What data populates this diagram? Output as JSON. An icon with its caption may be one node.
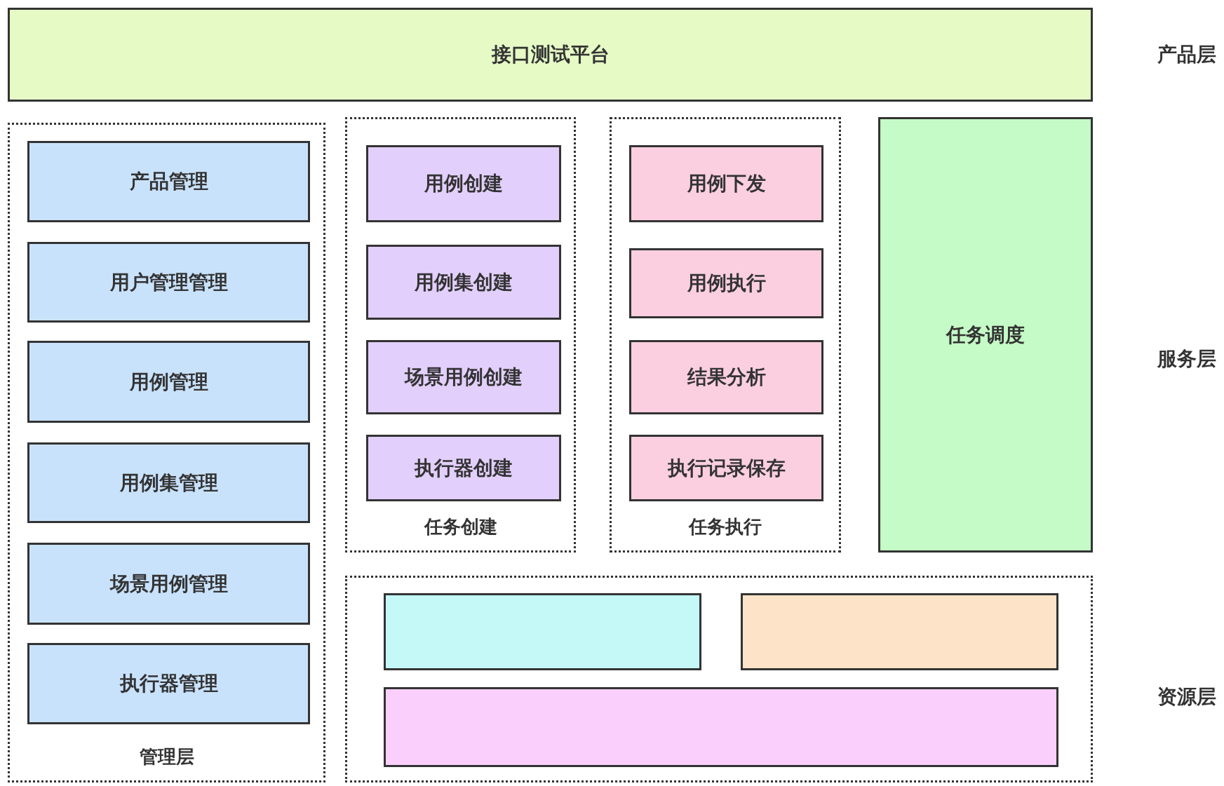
{
  "diagram": {
    "nodes": [
      {
        "text": [
          "接口测试平台"
        ]
      },
      {
        "text": [
          "管理层"
        ]
      },
      {
        "text": [
          "产品管理"
        ],
        "in": 1
      },
      {
        "text": [
          "用户管理管理"
        ],
        "in": 1
      },
      {
        "text": [
          "用例管理"
        ],
        "in": 1
      },
      {
        "text": [
          "用例集管理"
        ],
        "in": 1
      },
      {
        "text": [
          "场景用例管理"
        ],
        "in": 1
      },
      {
        "text": [
          "执行器管理"
        ],
        "in": 1
      },
      {
        "text": [
          "任务创建"
        ]
      },
      {
        "text": [
          "用例创建"
        ],
        "in": 8
      },
      {
        "text": [
          "用例集创建"
        ],
        "in": 8
      },
      {
        "text": [
          "场景用例创建"
        ],
        "in": 8
      },
      {
        "text": [
          "执行器创建"
        ],
        "in": 8
      },
      {
        "text": [
          "任务执行"
        ]
      },
      {
        "text": [
          "用例下发"
        ],
        "in": 13
      },
      {
        "text": [
          "用例执行"
        ],
        "in": 13
      },
      {
        "text": [
          "结果分析"
        ],
        "in": 13
      },
      {
        "text": [
          "执行记录保存"
        ],
        "in": 13
      },
      {
        "text": [
          "任务调度"
        ]
      },
      {
        "text": [],
        "shape": "box"
      },
      {
        "text": [],
        "shape": "box",
        "in": 19
      },
      {
        "text": [],
        "shape": "box",
        "in": 19
      },
      {
        "text": [],
        "shape": "box",
        "in": 19
      }
    ],
    "labels": [
      "产品层",
      "服务层",
      "资源层"
    ]
  }
}
